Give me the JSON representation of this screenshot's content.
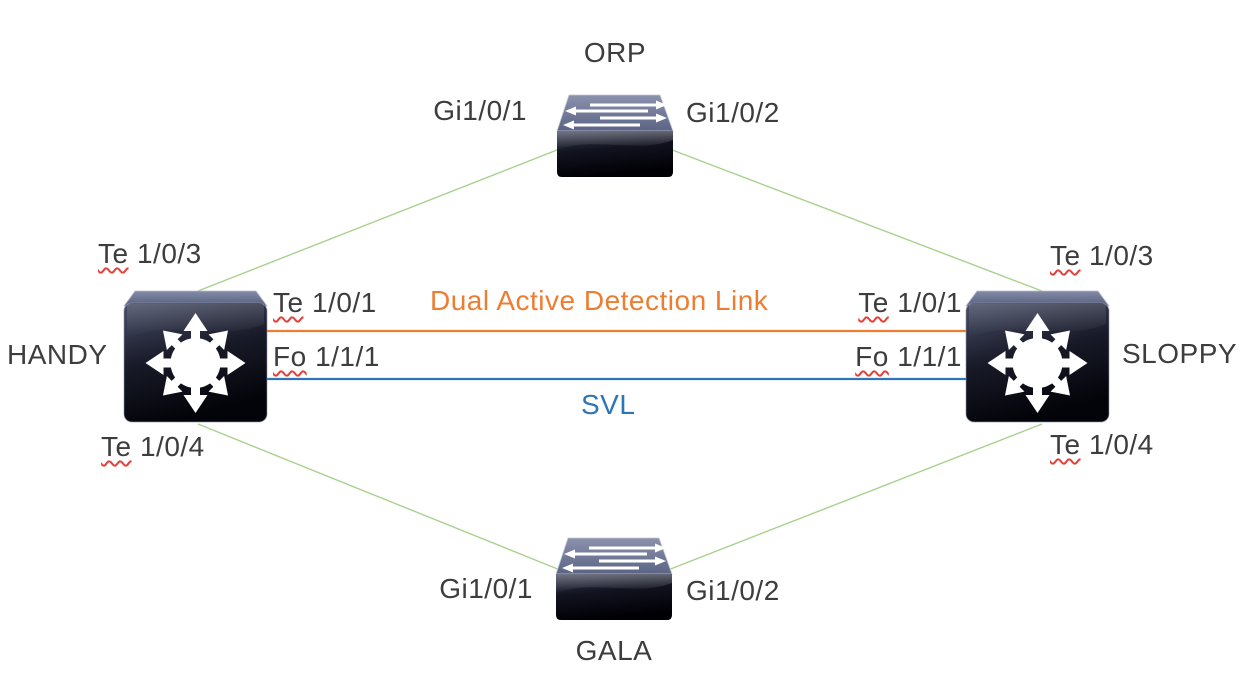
{
  "theme": {
    "background": "#FFFFFF",
    "text": "#3D3D3D",
    "orange": "#ED7D31",
    "blue": "#2E75B6",
    "green": "#A9D18E",
    "squiggle": "#E0433C"
  },
  "devices": {
    "orp": {
      "name": "ORP",
      "type": "layer2-switch",
      "left_port": "Gi1/0/1",
      "right_port": "Gi1/0/2"
    },
    "gala": {
      "name": "GALA",
      "type": "layer2-switch",
      "left_port": "Gi1/0/1",
      "right_port": "Gi1/0/2"
    },
    "handy": {
      "name": "HANDY",
      "type": "layer3-switch",
      "uplink_port": {
        "word": "Te",
        "rest": "1/0/3"
      },
      "dad_port": {
        "word": "Te",
        "rest": "1/0/1"
      },
      "svl_port": {
        "word": "Fo",
        "rest": "1/1/1"
      },
      "downlink_port": {
        "word": "Te",
        "rest": "1/0/4"
      }
    },
    "sloppy": {
      "name": "SLOPPY",
      "type": "layer3-switch",
      "uplink_port": {
        "word": "Te",
        "rest": "1/0/3"
      },
      "dad_port": {
        "word": "Te",
        "rest": "1/0/1"
      },
      "svl_port": {
        "word": "Fo",
        "rest": "1/1/1"
      },
      "downlink_port": {
        "word": "Te",
        "rest": "1/0/4"
      }
    }
  },
  "links": {
    "dad_label": "Dual Active Detection Link",
    "svl_label": "SVL"
  }
}
